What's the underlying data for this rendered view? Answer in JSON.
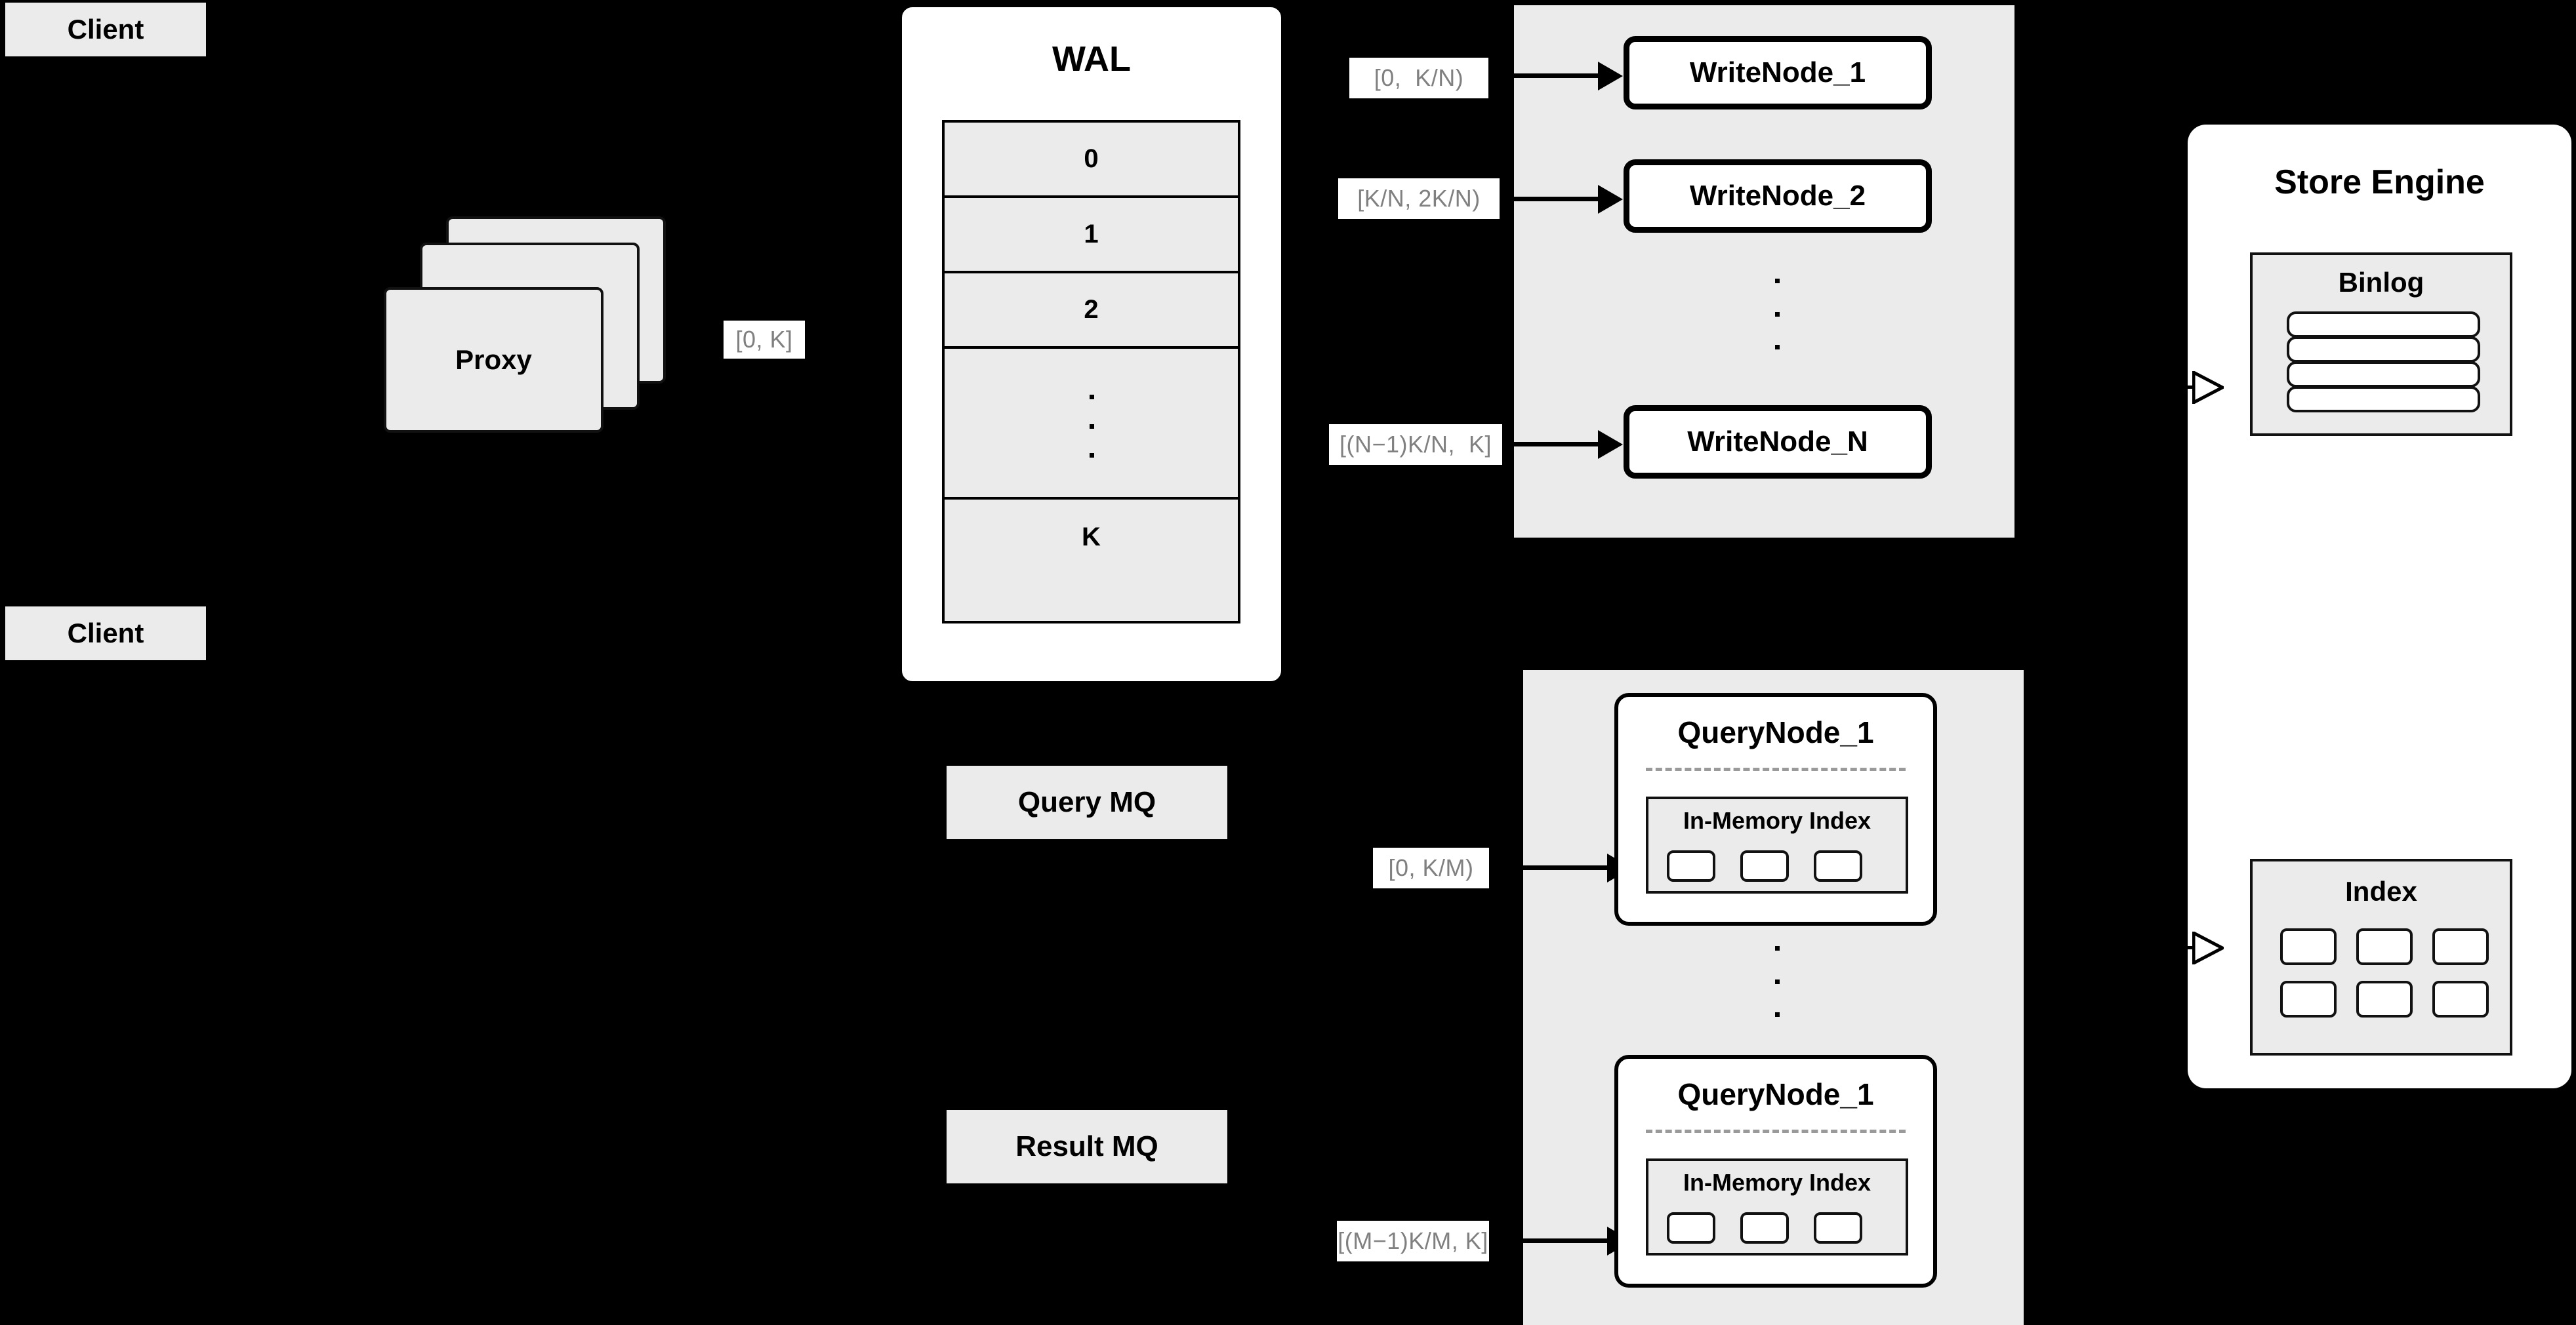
{
  "diagram": {
    "title": "Distributed Write/Query Architecture",
    "background_color": "#000000",
    "node_fill": "#ebebeb",
    "node_white": "#ffffff",
    "label_text_color": "#808080",
    "stroke_color": "#000000"
  },
  "clients": [
    {
      "label": "Client"
    },
    {
      "label": "Client"
    }
  ],
  "proxy": {
    "label": "Proxy",
    "stack_count": 3
  },
  "wal": {
    "title": "WAL",
    "cells": [
      "0",
      "1",
      "2",
      "⋮",
      "K"
    ],
    "dots_cell_index": 3
  },
  "queues": {
    "query_mq": "Query MQ",
    "result_mq": "Result MQ"
  },
  "write_cluster": {
    "nodes": [
      {
        "label": "WriteNode_1"
      },
      {
        "label": "WriteNode_2"
      },
      {
        "label": "WriteNode_N"
      }
    ],
    "range_labels": [
      "[0,  K/N)",
      "[K/N, 2K/N)",
      "[(N−1)K/N,  K]"
    ],
    "ellipsis": "⋮"
  },
  "query_cluster": {
    "nodes": [
      {
        "label": "QueryNode_1",
        "index_title": "In-Memory Index",
        "segment_count": 3
      },
      {
        "label": "QueryNode_1",
        "index_title": "In-Memory Index",
        "segment_count": 3
      }
    ],
    "range_labels": [
      "[0, K/M)",
      "[(M−1)K/M, K]"
    ],
    "ellipsis": "⋮"
  },
  "store_engine": {
    "title": "Store Engine",
    "binlog": {
      "title": "Binlog",
      "row_count": 4
    },
    "index": {
      "title": "Index",
      "cell_count": 6,
      "columns": 3,
      "rows": 2
    }
  },
  "proxy_range_label": "[0, K]"
}
